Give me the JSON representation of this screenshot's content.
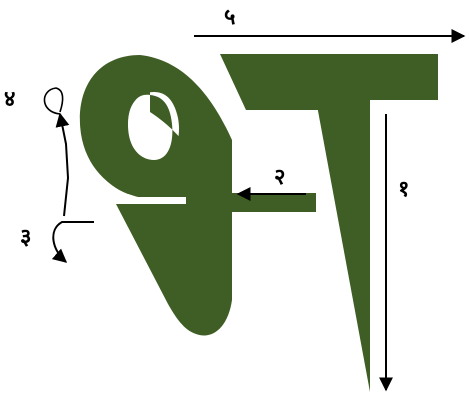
{
  "figure": {
    "letter": "भ",
    "letter_color": "#3f5e25",
    "stroke_labels": {
      "stroke_1": "१",
      "stroke_2": "२",
      "stroke_3": "३",
      "stroke_4": "४",
      "stroke_5": "५"
    }
  }
}
